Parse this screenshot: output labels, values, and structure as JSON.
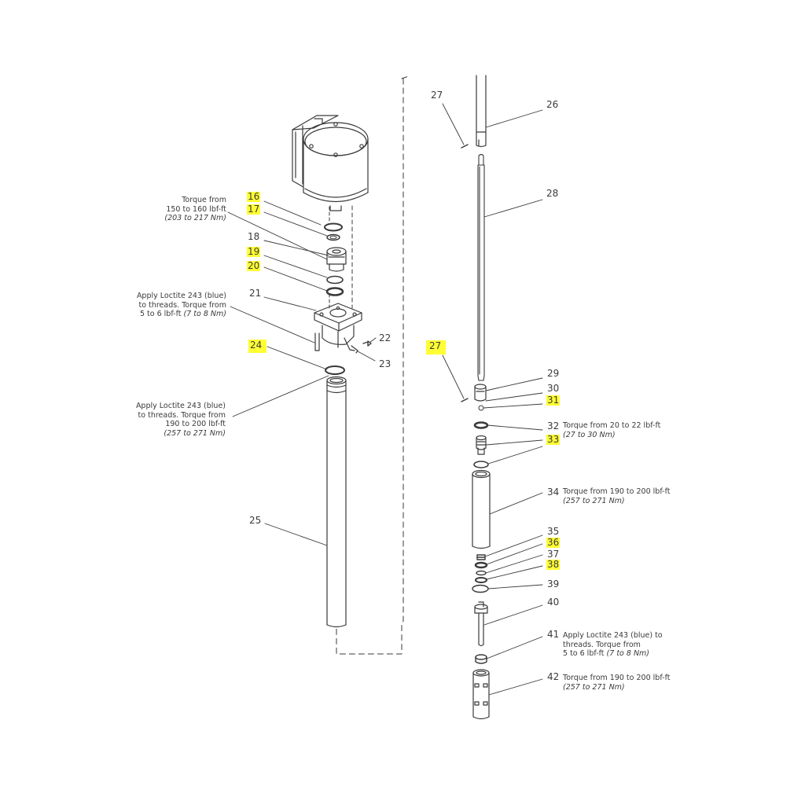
{
  "colors": {
    "line": "#3a3a3a",
    "highlight": "#ffff33",
    "background": "#ffffff"
  },
  "callouts": {
    "n16": "16",
    "n17": "17",
    "n18": "18",
    "n19": "19",
    "n20": "20",
    "n21": "21",
    "n22": "22",
    "n23": "23",
    "n24": "24",
    "n25": "25",
    "n26": "26",
    "n27a": "27",
    "n27b": "27",
    "n28": "28",
    "n29": "29",
    "n30": "30",
    "n31": "31",
    "n32": "32",
    "n33": "33",
    "n34": "34",
    "n35": "35",
    "n36": "36",
    "n37": "37",
    "n38": "38",
    "n39": "39",
    "n40": "40",
    "n41": "41",
    "n42": "42"
  },
  "highlighted": [
    "16",
    "17",
    "19",
    "20",
    "24",
    "27b",
    "31",
    "33",
    "36",
    "38"
  ],
  "notes": {
    "torque_18": {
      "l1": "Torque from",
      "l2": "150 to 160 lbf-ft",
      "l3": "(203 to 217 Nm)"
    },
    "loctite_21": {
      "l1": "Apply Loctite 243 (blue)",
      "l2": "to threads. Torque from",
      "l3": "5 to 6 lbf-ft",
      "l3b": "(7 to 8 Nm)"
    },
    "loctite_25": {
      "l1": "Apply Loctite 243 (blue)",
      "l2": "to threads. Torque from",
      "l3": "190 to 200 lbf-ft",
      "l4": "(257 to 271 Nm)"
    },
    "torque_32": {
      "l1": "Torque from 20 to 22 lbf-ft",
      "l2": "(27 to 30 Nm)"
    },
    "torque_34": {
      "l1": "Torque from 190 to 200 lbf-ft",
      "l2": "(257 to 271 Nm)"
    },
    "loctite_41": {
      "l1": "Apply Loctite 243 (blue) to",
      "l2": "threads. Torque from",
      "l3": "5 to 6 lbf-ft",
      "l3b": "(7 to 8 Nm)"
    },
    "torque_42": {
      "l1": "Torque from 190 to 200 lbf-ft",
      "l2": "(257 to 271 Nm)"
    }
  }
}
